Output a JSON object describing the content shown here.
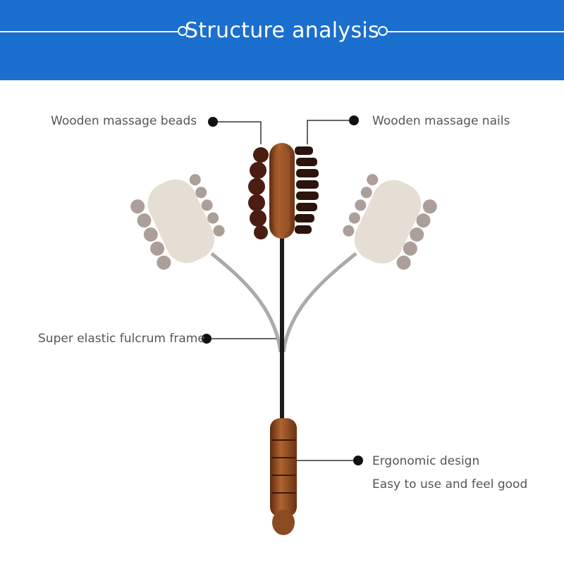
{
  "banner": {
    "title": "Structure analysis"
  },
  "callouts": {
    "beads": "Wooden massage beads",
    "nails": "Wooden massage nails",
    "frame": "Super elastic fulcrum frame",
    "design": "Ergonomic design",
    "design_sub": "Easy to use and feel good"
  },
  "colors": {
    "banner": "#1a6fcf",
    "wood": "#8a4a22",
    "bead": "#4a1c12"
  }
}
